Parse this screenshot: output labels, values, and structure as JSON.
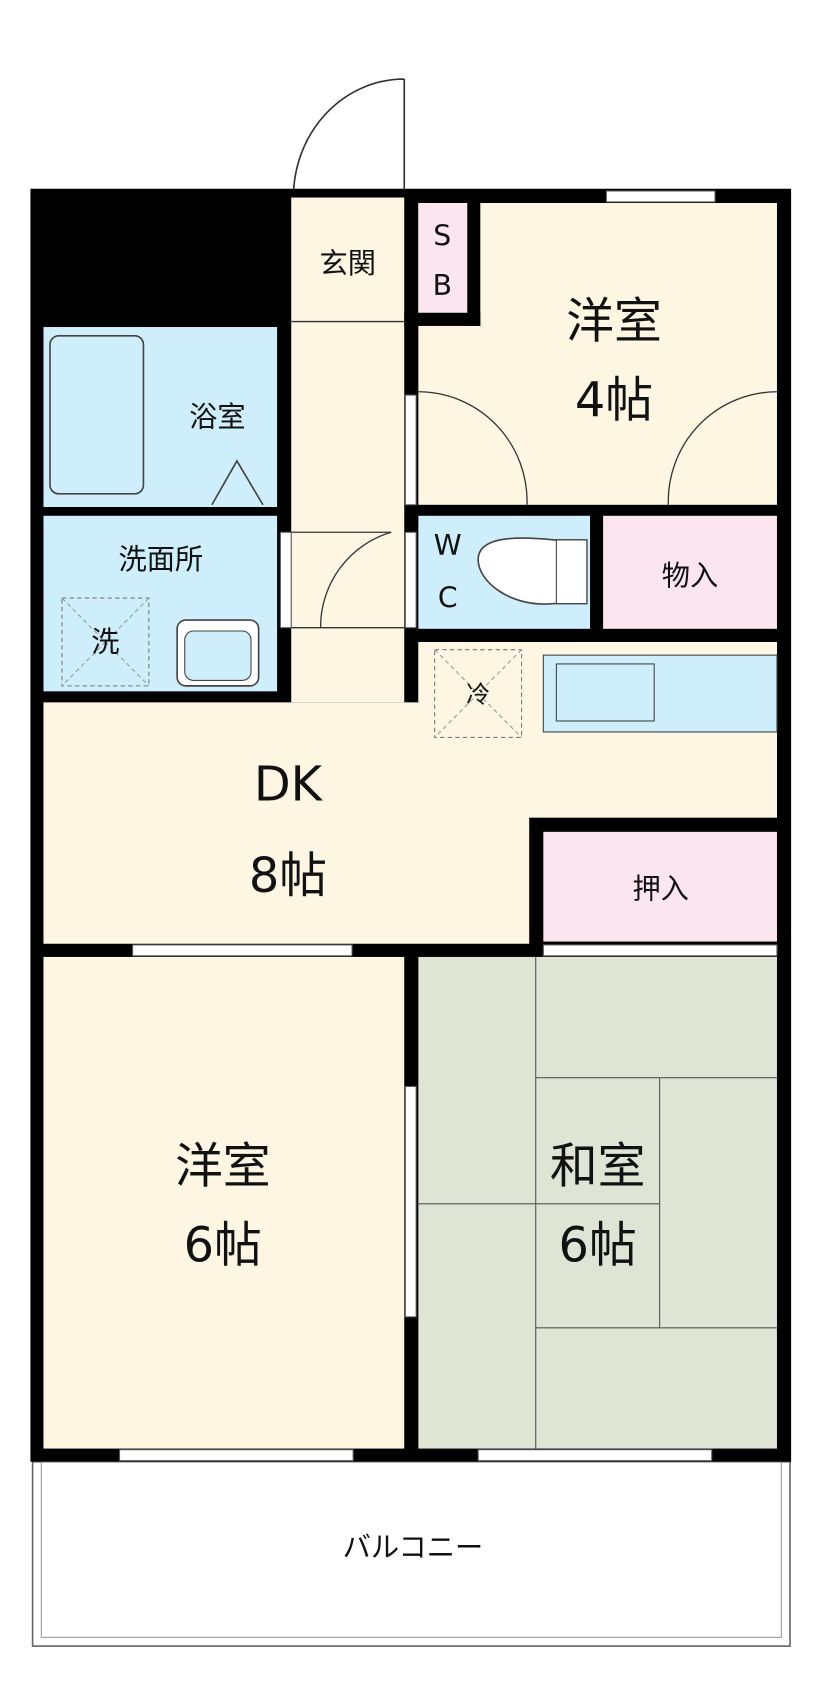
{
  "colors": {
    "floor": "#fdf6e3",
    "wet": "#cdeefa",
    "storage": "#fbe6ef",
    "tatami": "#dfe4d4",
    "wall": "#000000"
  },
  "rooms": {
    "entrance": "玄関",
    "shoe_box": {
      "line1": "S",
      "line2": "B"
    },
    "western_4": {
      "name": "洋室",
      "size": "4帖"
    },
    "bath": "浴室",
    "washroom": "洗面所",
    "washer": "洗",
    "wc": {
      "line1": "W",
      "line2": "C"
    },
    "storage": "物入",
    "fridge": "冷",
    "dk": {
      "name": "DK",
      "size": "8帖"
    },
    "closet": "押入",
    "western_6": {
      "name": "洋室",
      "size": "6帖"
    },
    "japanese_6": {
      "name": "和室",
      "size": "6帖"
    },
    "balcony": "バルコニー"
  }
}
